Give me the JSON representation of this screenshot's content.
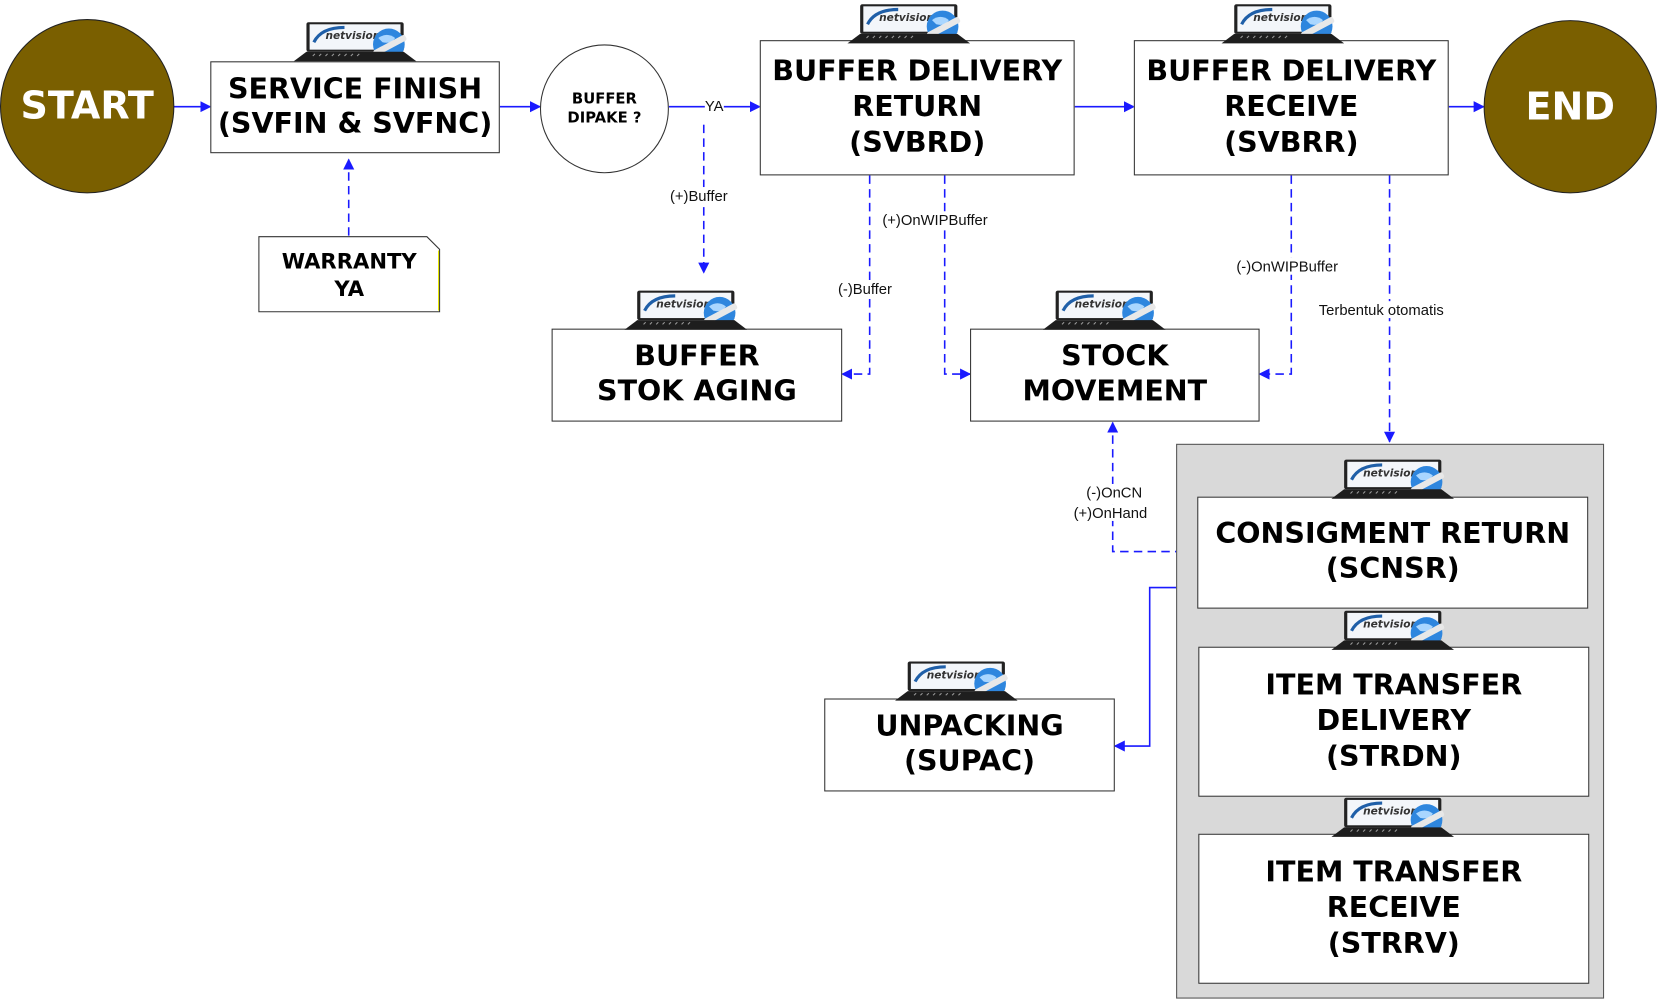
{
  "diagram": {
    "type": "process-flowchart",
    "colors": {
      "terminal_fill": "#7a5f00",
      "connector": "#1a1aff",
      "panel_fill": "#d9d9d9",
      "box_border": "#333333"
    },
    "terminals": {
      "start": "START",
      "end": "END"
    },
    "decision": {
      "line1": "BUFFER",
      "line2": "DIPAKE ?"
    },
    "note": {
      "line1": "WARRANTY",
      "line2": "YA"
    },
    "processes": {
      "service_finish": [
        "SERVICE FINISH",
        "(SVFIN & SVFNC)"
      ],
      "buffer_delivery_return": [
        "BUFFER DELIVERY",
        "RETURN",
        "(SVBRD)"
      ],
      "buffer_delivery_receive": [
        "BUFFER DELIVERY",
        "RECEIVE",
        "(SVBRR)"
      ],
      "buffer_stok_aging": [
        "BUFFER",
        "STOK AGING"
      ],
      "stock_movement": [
        "STOCK",
        "MOVEMENT"
      ],
      "consigment_return": [
        "CONSIGMENT RETURN",
        "(SCNSR)"
      ],
      "item_transfer_delivery": [
        "ITEM TRANSFER",
        "DELIVERY",
        "(STRDN)"
      ],
      "item_transfer_receive": [
        "ITEM TRANSFER",
        "RECEIVE",
        "(STRRV)"
      ],
      "unpacking": [
        "UNPACKING",
        "(SUPAC)"
      ]
    },
    "edge_labels": {
      "ya": "YA",
      "plus_buffer": "(+)Buffer",
      "plus_onwipbuffer": "(+)OnWIPBuffer",
      "minus_buffer": "(-)Buffer",
      "minus_onwipbuffer": "(-)OnWIPBuffer",
      "terbentuk_otomatis": "Terbentuk otomatis",
      "minus_oncn": "(-)OnCN",
      "plus_onhand": "(+)OnHand"
    },
    "logo": {
      "brand": "netvision",
      "url_tag": "http://www"
    }
  }
}
